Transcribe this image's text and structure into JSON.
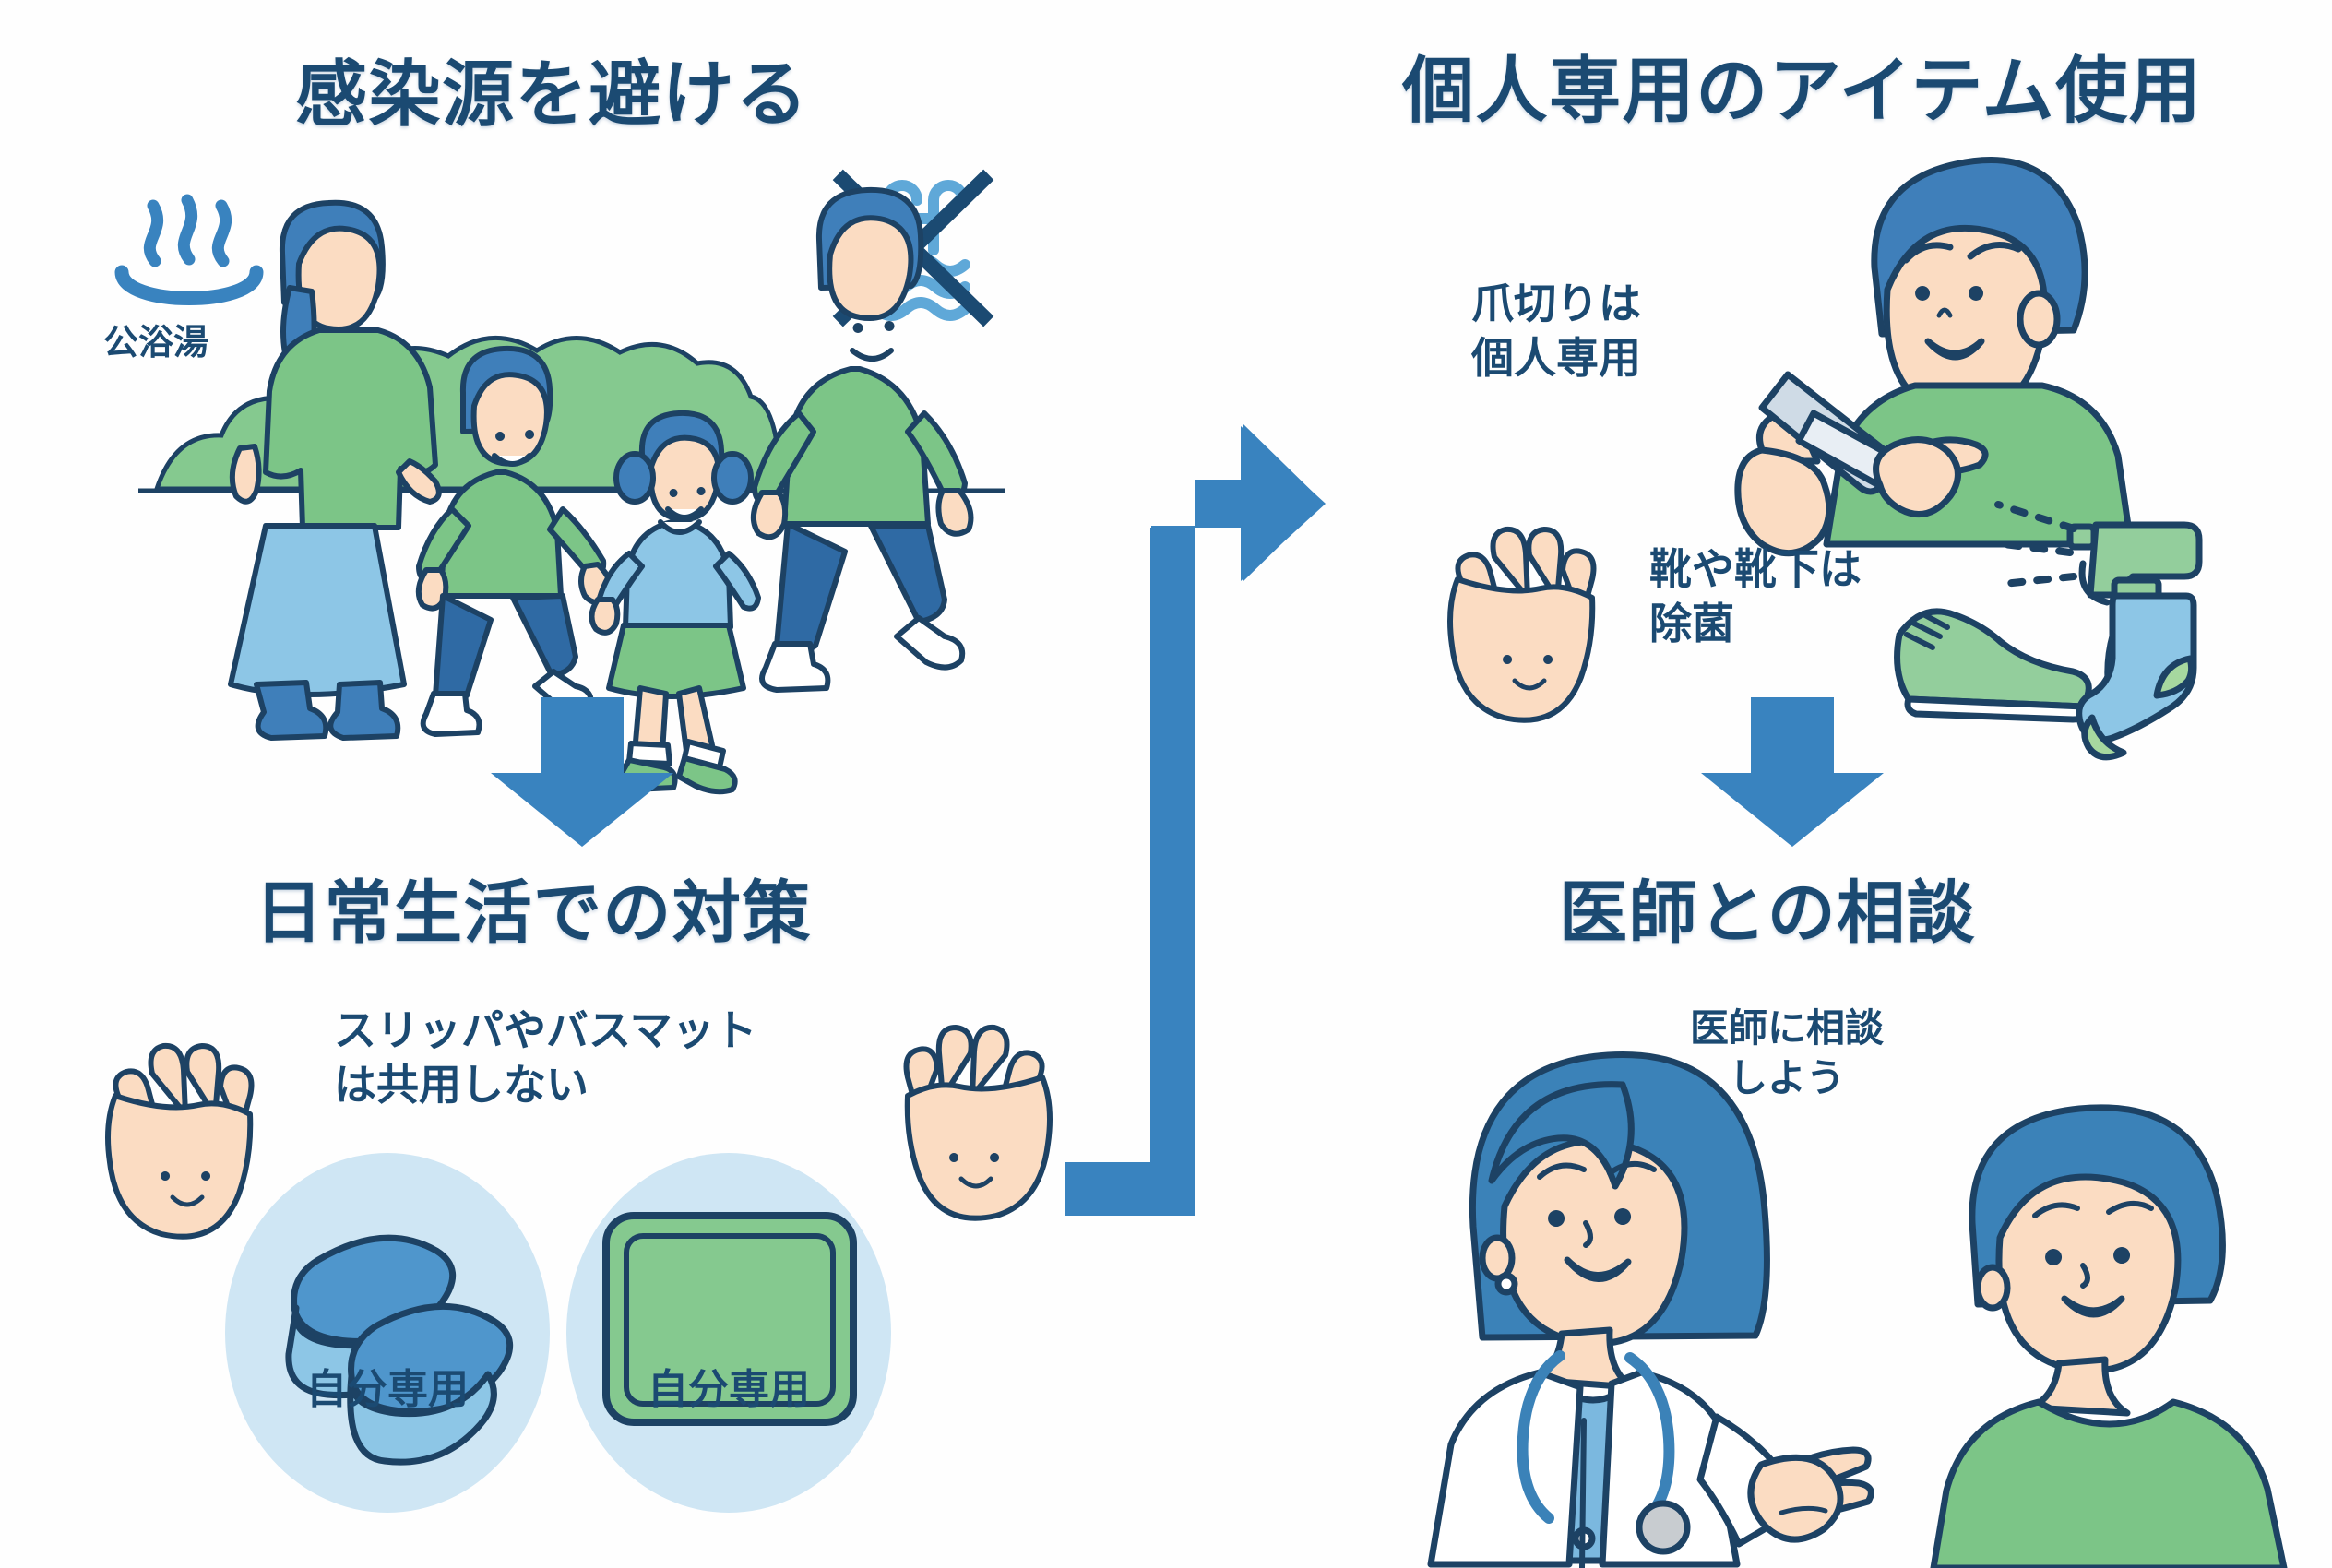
{
  "meta": {
    "background": "#fefefe",
    "ink": "#1b4a72",
    "stroke": "#1d4264",
    "blue_accent": "#3983bf",
    "green": "#79c585",
    "light_blue": "#8dc2e3",
    "skin": "#fbdcc2",
    "circle_fill": "#cfe6f4"
  },
  "quadrants": {
    "top_left": {
      "title": "感染源を避ける",
      "bathhouse_label": "公浴湯",
      "icons": [
        "hot-spring-icon",
        "no-pool-icon",
        "family-walking-illustration"
      ]
    },
    "top_right": {
      "title": "個人専用のアイテム使用",
      "nail_caption": "爪切りは\n個人専用",
      "shoe_caption": "靴や靴下は\n除菌",
      "icons": [
        "man-with-nail-clipper",
        "waving-hand-icon",
        "shoe-icon",
        "spray-bottle-icon",
        "sock-icon"
      ]
    },
    "bottom_left": {
      "title": "日常生活での対策",
      "caption": "スリッパやバスマット\nは共用しない",
      "items": [
        {
          "label": "自分専用",
          "icon": "slippers-icon"
        },
        {
          "label": "自分専用",
          "icon": "bath-mat-icon"
        }
      ],
      "icons": [
        "waving-hand-left-icon",
        "waving-hand-right-icon"
      ]
    },
    "bottom_right": {
      "title": "医師との相談",
      "caption": "医師に相談\nしよう",
      "icons": [
        "female-doctor-illustration",
        "male-patient-illustration"
      ]
    }
  },
  "connectors": {
    "left_down_arrow": "arrow-down",
    "right_down_arrow": "arrow-down",
    "elbow_arrow": "arrow-elbow-up-right"
  }
}
